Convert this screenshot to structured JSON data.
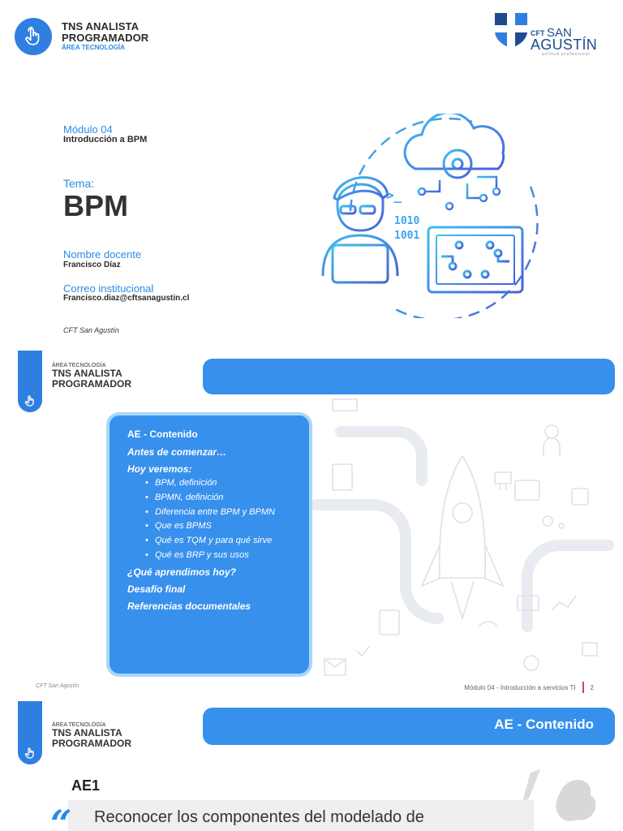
{
  "slide1": {
    "brand": {
      "line1": "TNS ANALISTA",
      "line2": "PROGRAMADOR",
      "line3": "ÁREA TECNOLOGÍA"
    },
    "logo": {
      "cft": "CFT",
      "san": "SAN",
      "agustin": "AGUSTÍN",
      "tagline": "actitud profesional"
    },
    "modulo_label": "Módulo 04",
    "modulo_title": "Introducción a BPM",
    "tema_label": "Tema:",
    "tema_value": "BPM",
    "docente_label": "Nombre docente",
    "docente_value": "Francisco Díaz",
    "correo_label": "Correo institucional",
    "correo_value": "Francisco.diaz@cftsanagustin.cl",
    "institution": "CFT San Agustín",
    "illustration": {
      "code1": "1010",
      "code2": "1001",
      "prompt": ">_"
    }
  },
  "slide2": {
    "area": {
      "line1": "ÁREA TECNOLOGÍA",
      "line2": "TNS ANALISTA",
      "line3": "PROGRAMADOR"
    },
    "box": {
      "title": "AE - Contenido",
      "intro": "Antes de comenzar…",
      "hoy": "Hoy veremos:",
      "items": [
        "BPM, definición",
        "BPMN, definición",
        "Diferencia entre BPM y BPMN",
        "Que es BPMS",
        "Qué es TQM y para qué sirve",
        "Qué es BRP y sus usos"
      ],
      "aprendimos": "¿Qué aprendimos hoy?",
      "desafio": "Desafío final",
      "referencias": "Referencias documentales"
    },
    "footer_left": "CFT San Agustín",
    "footer_right": "Módulo 04  -  Introducción a servicios TI",
    "page_number": "2"
  },
  "slide3": {
    "area": {
      "line1": "ÁREA TECNOLOGÍA",
      "line2": "TNS ANALISTA",
      "line3": "PROGRAMADOR"
    },
    "banner_title": "AE - Contenido",
    "ae_label": "AE1",
    "quote_mark": "“",
    "quote_text": "Reconocer los componentes del modelado de"
  },
  "colors": {
    "accent": "#2a8be6",
    "banner": "#3890ed",
    "box_border": "#a9d8f7",
    "page_marker": "#e0358c"
  }
}
